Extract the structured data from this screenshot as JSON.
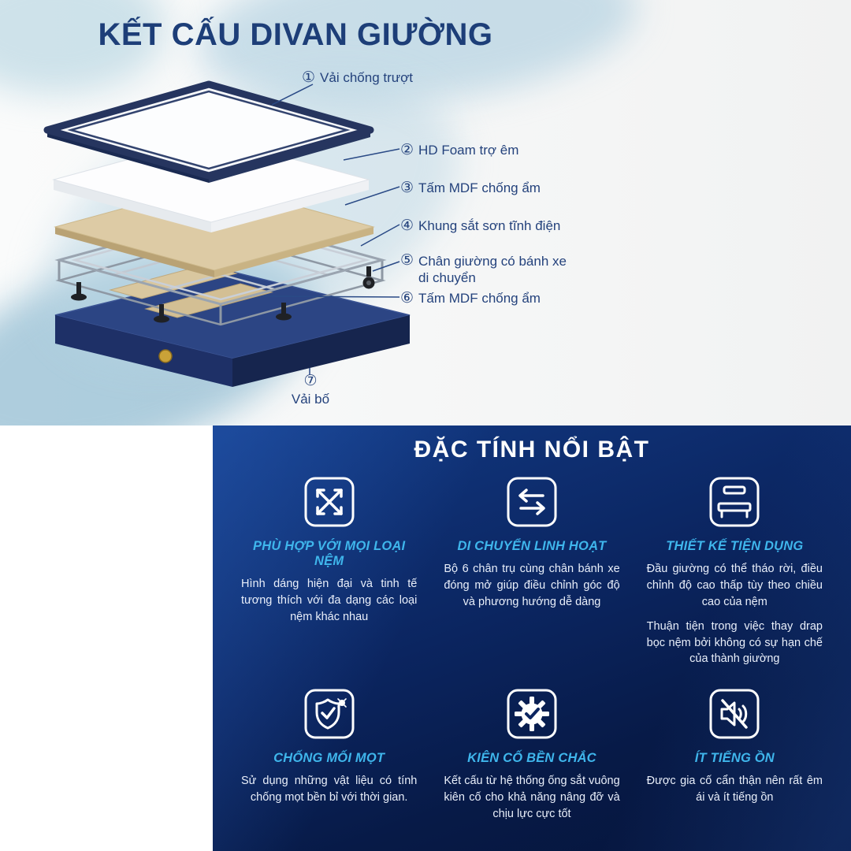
{
  "colors": {
    "accent_cyan": "#3FB6EC",
    "panel_navy": "#0B2560",
    "heading_navy": "#1D3E78",
    "base_navy": "#2C4584",
    "mdf_tan": "#DDCBA5"
  },
  "structure_section": {
    "title": "KẾT CẤU DIVAN GIƯỜNG",
    "callouts": [
      {
        "num": "①",
        "label": "Vải chống trượt"
      },
      {
        "num": "②",
        "label": "HD Foam trợ êm"
      },
      {
        "num": "③",
        "label": "Tấm MDF chống ẩm"
      },
      {
        "num": "④",
        "label": "Khung sắt sơn tĩnh điện"
      },
      {
        "num": "⑤",
        "label": "Chân giường có bánh xe di chuyển"
      },
      {
        "num": "⑥",
        "label": "Tấm MDF chống ẩm"
      },
      {
        "num": "⑦",
        "label": "Vải bố"
      }
    ]
  },
  "features_section": {
    "title": "ĐẶC TÍNH NỔI BẬT",
    "features": [
      {
        "icon": "expand-arrows-icon",
        "title": "PHÙ HỢP VỚI MỌI LOẠI NỆM",
        "paragraphs": [
          "Hình dáng hiện đại và tinh tế tương thích với đa dạng các loại nệm khác nhau"
        ]
      },
      {
        "icon": "move-arrows-icon",
        "title": "DI CHUYỂN LINH HOẠT",
        "paragraphs": [
          "Bộ 6 chân trụ cùng chân bánh xe đóng mở giúp điều chỉnh góc độ và phương hướng dễ dàng"
        ]
      },
      {
        "icon": "bed-icon",
        "title": "THIẾT KẾ TIỆN DỤNG",
        "paragraphs": [
          "Đầu giường có thể tháo rời, điều chỉnh độ cao thấp tùy theo chiều cao của nệm",
          "Thuận tiện trong việc thay drap bọc nệm bởi không có sự hạn chế của thành giường"
        ]
      },
      {
        "icon": "shield-bug-icon",
        "title": "CHỐNG MỐI MỌT",
        "paragraphs": [
          "Sử dụng những vật liệu có tính chống mọt bền bỉ với thời gian."
        ]
      },
      {
        "icon": "gear-check-icon",
        "title": "KIÊN CỐ BỀN CHẮC",
        "paragraphs": [
          "Kết cấu từ hệ thống ống sắt vuông kiên cố cho khả năng nâng đỡ và chịu lực cực tốt"
        ]
      },
      {
        "icon": "muted-speaker-icon",
        "title": "ÍT TIẾNG ỒN",
        "paragraphs": [
          "Được gia cố cẩn thận nên rất êm ái và ít tiếng ồn"
        ]
      }
    ]
  }
}
